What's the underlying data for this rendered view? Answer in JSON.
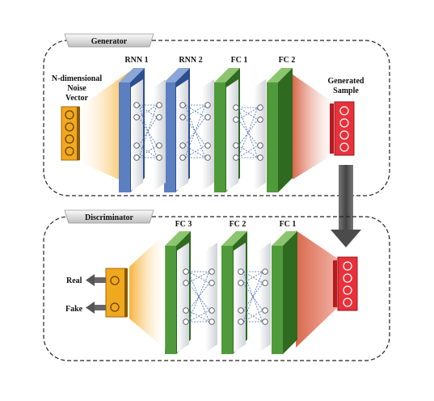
{
  "generator": {
    "title": "Generator",
    "input_label_lines": [
      "N-dimensional",
      "Noise",
      "Vector"
    ],
    "layers": [
      "RNN 1",
      "RNN 2",
      "FC 1",
      "FC 2"
    ],
    "output_label_lines": [
      "Generated",
      "Sample"
    ]
  },
  "discriminator": {
    "title": "Discriminator",
    "layers": [
      "FC 3",
      "FC 2",
      "FC 1"
    ],
    "outputs": [
      "Real",
      "Fake"
    ]
  },
  "colors": {
    "rnn_blue": "#5b7fc0",
    "fc_green": "#4f9a3a",
    "input_orange": "#f2a92a",
    "output_red": "#e8313a",
    "arrow_gray": "#555555"
  }
}
